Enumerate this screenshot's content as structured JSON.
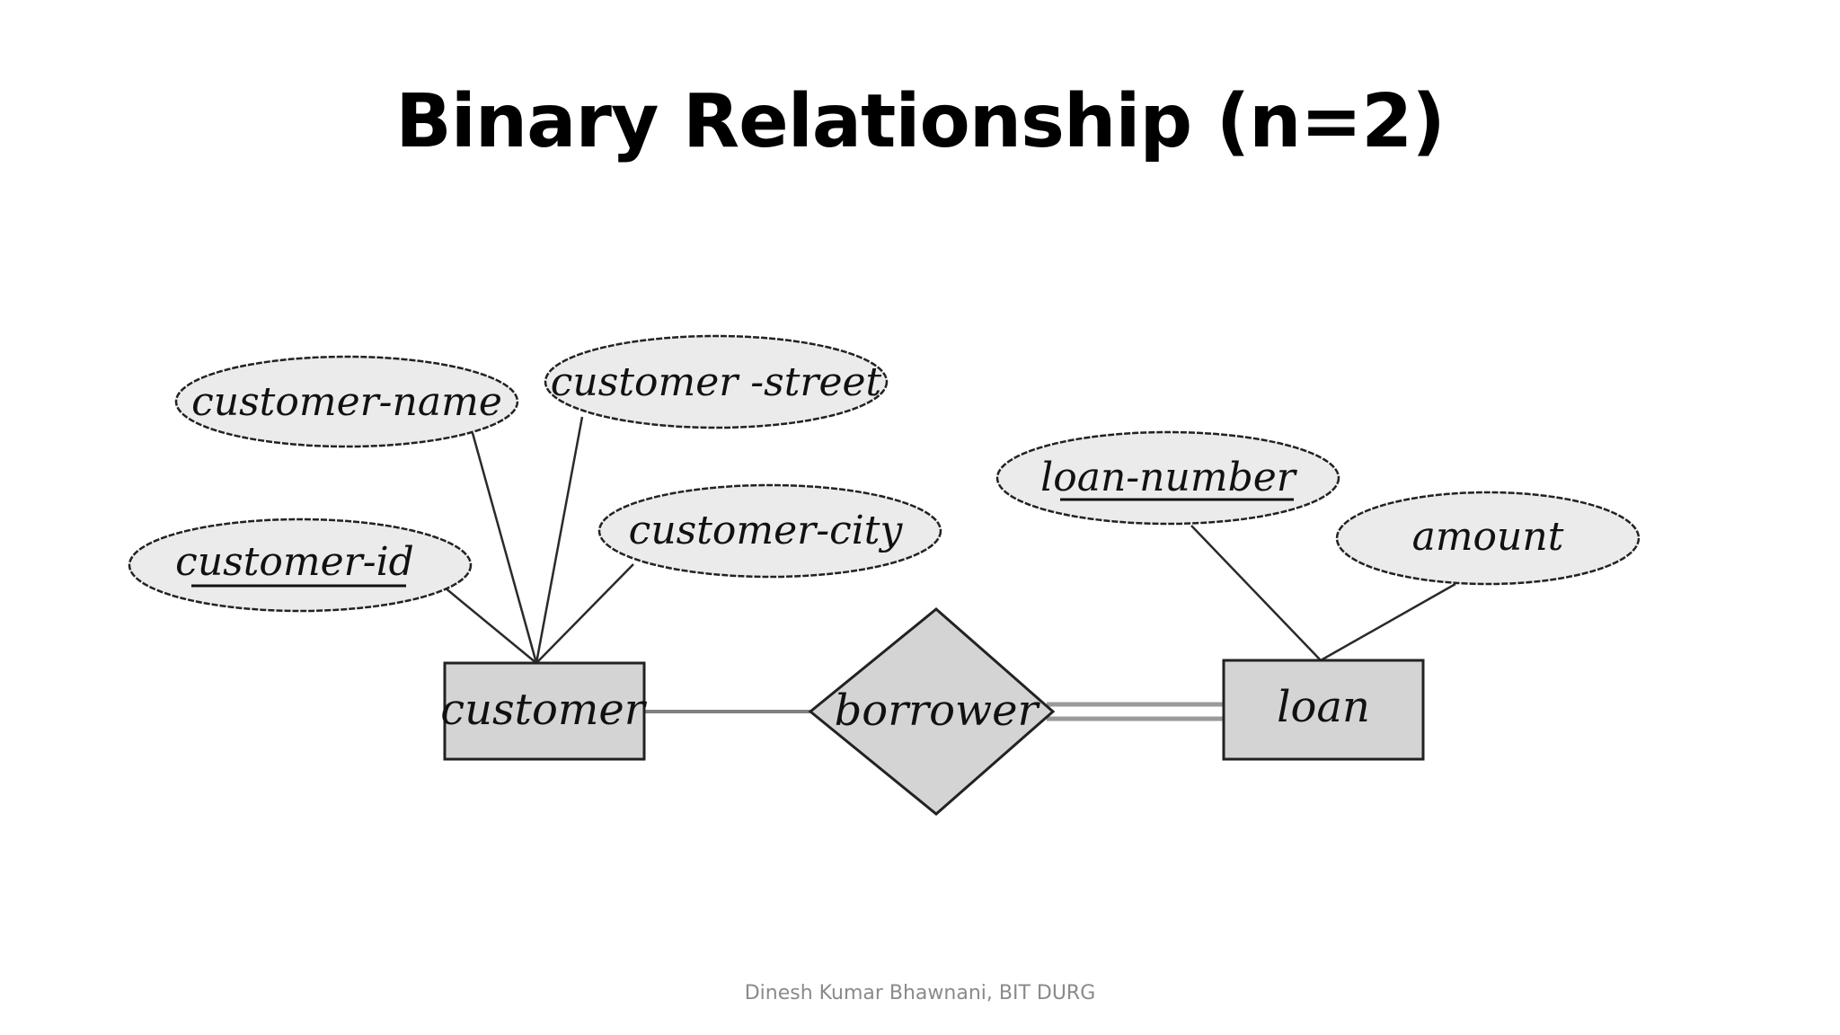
{
  "slide": {
    "title": "Binary Relationship (n=2)",
    "footer": "Dinesh Kumar Bhawnani, BIT DURG"
  },
  "diagram": {
    "entities": [
      {
        "id": "customer",
        "label": "customer"
      },
      {
        "id": "loan",
        "label": "loan"
      }
    ],
    "relationships": [
      {
        "id": "borrower",
        "label": "borrower",
        "connects": [
          "customer",
          "loan"
        ],
        "total_participation": "loan"
      }
    ],
    "attributes": [
      {
        "id": "customer-name",
        "label": "customer-name",
        "entity": "customer",
        "key": false
      },
      {
        "id": "customer-street",
        "label": "customer -street",
        "entity": "customer",
        "key": false
      },
      {
        "id": "customer-id",
        "label": "customer-id",
        "entity": "customer",
        "key": true
      },
      {
        "id": "customer-city",
        "label": "customer-city",
        "entity": "customer",
        "key": false
      },
      {
        "id": "loan-number",
        "label": "loan-number",
        "entity": "loan",
        "key": true
      },
      {
        "id": "amount",
        "label": "amount",
        "entity": "loan",
        "key": false
      }
    ],
    "colors": {
      "shape_fill": "#d4d4d4",
      "ellipse_fill": "#ebebeb",
      "stroke": "#222222",
      "double_line": "#9a9a9a"
    }
  }
}
